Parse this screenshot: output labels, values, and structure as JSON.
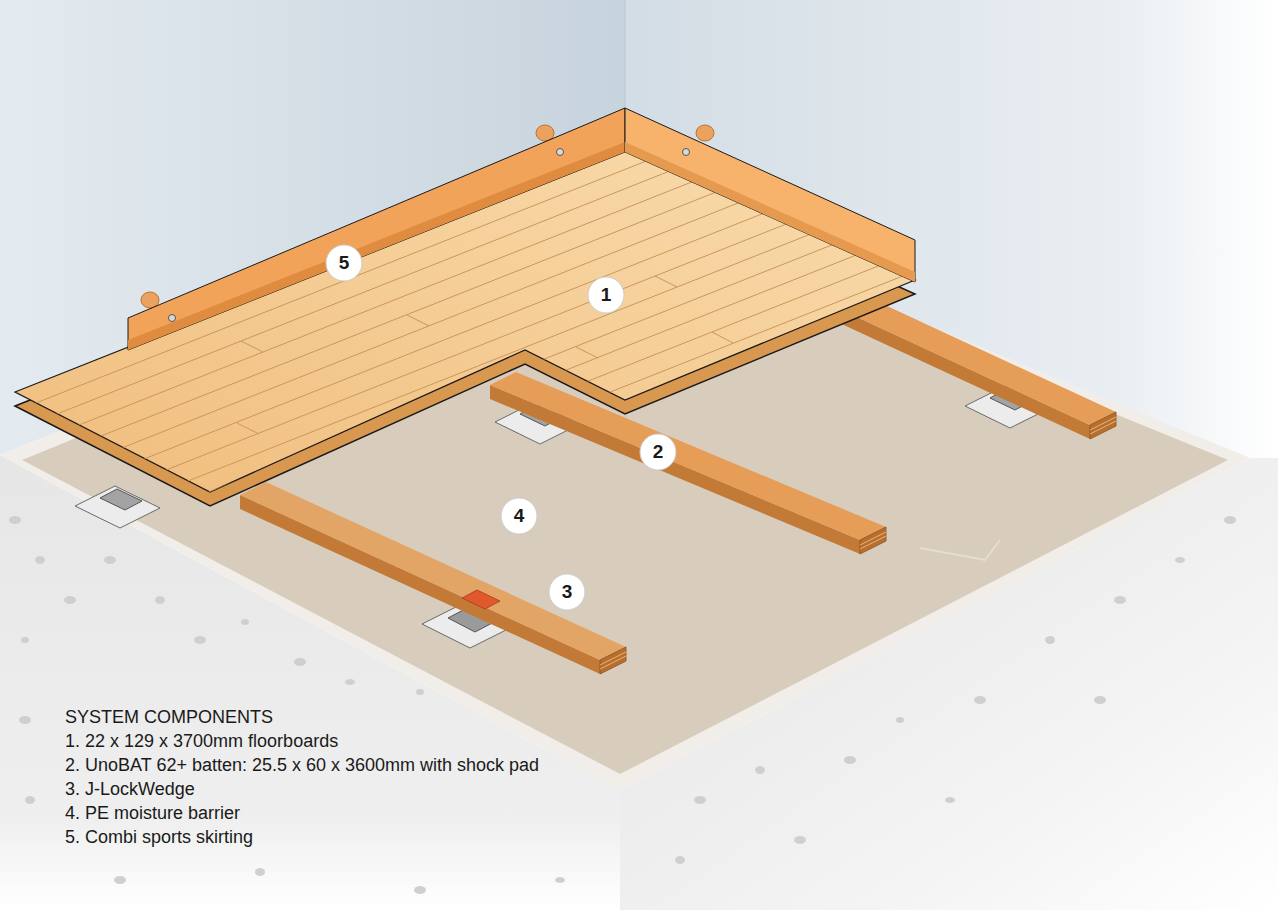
{
  "diagram": {
    "labels": [
      "5",
      "1",
      "2",
      "4",
      "3",
      "SYSTEM COMPONENTS",
      "1. 22 x 129 x 3700mm floorboards",
      "2. UnoBAT 62+ batten: 25.5 x 60 x 3600mm with shock pad",
      "3. J-LockWedge",
      "4. PE moisture barrier",
      "5. Combi sports skirting"
    ]
  }
}
